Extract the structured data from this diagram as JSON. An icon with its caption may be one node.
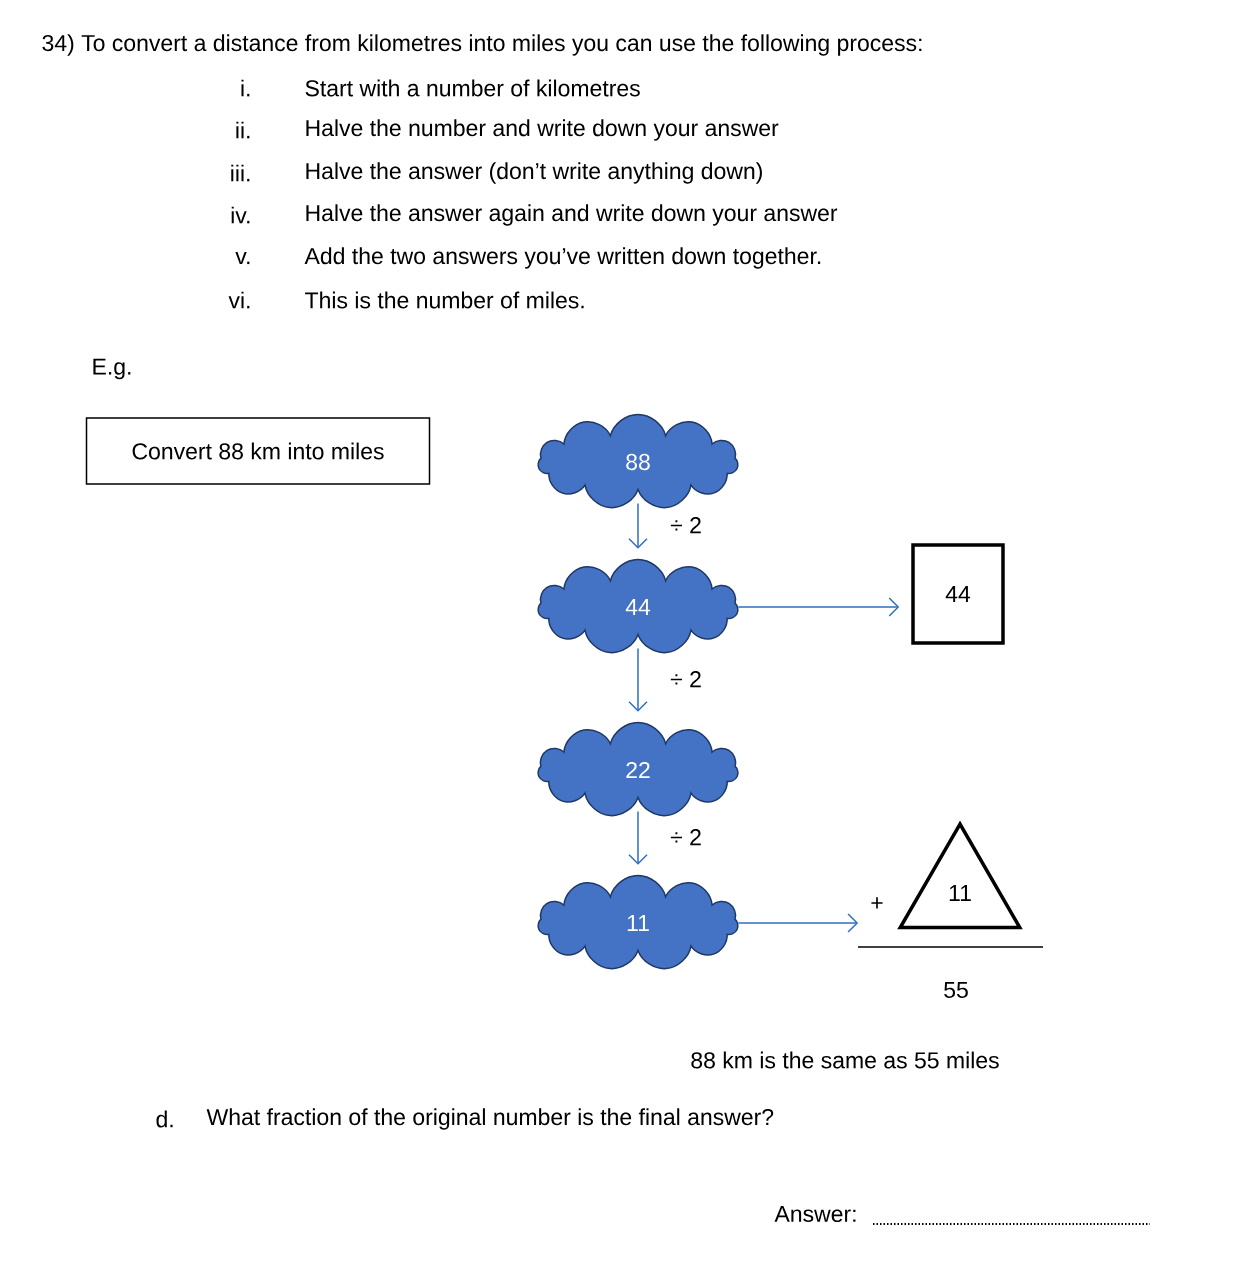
{
  "diagram": {
    "title": "34) To convert a distance from kilometres into miles you can use the following process:",
    "nodes": [
      {
        "text": [
          "Convert 88 km into miles"
        ]
      },
      {
        "text": [
          "88"
        ]
      },
      {
        "text": [
          "44"
        ]
      },
      {
        "text": [
          "22"
        ]
      },
      {
        "text": [
          "11"
        ]
      },
      {
        "text": [
          "44"
        ]
      },
      {
        "text": [
          "11"
        ]
      }
    ],
    "edges": [
      {
        "from": 1,
        "to": 2,
        "arrow": "to",
        "label": "÷ 2"
      },
      {
        "from": 2,
        "to": 3,
        "arrow": "to",
        "label": "÷ 2"
      },
      {
        "from": 3,
        "to": 4,
        "arrow": "to",
        "label": "÷ 2"
      },
      {
        "from": 2,
        "to": 5,
        "arrow": "to"
      },
      {
        "from": 4,
        "to": 6,
        "arrow": "to"
      }
    ],
    "labels": [
      "i.",
      "Start with a number of kilometres",
      "ii.",
      "Halve the number and write down your answer",
      "iii.",
      "Halve the answer (don’t write anything down)",
      "iv.",
      "Halve the answer again and write down your answer",
      "v.",
      "Add the two answers you’ve written down together.",
      "vi.",
      "This is the number of miles.",
      "E.g.",
      "+",
      "55",
      "88 km is the same as 55 miles",
      "d.",
      "What fraction of the original number is the final answer?",
      "Answer:"
    ]
  }
}
